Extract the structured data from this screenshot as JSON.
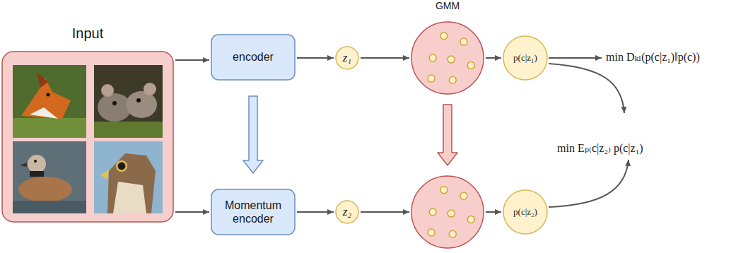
{
  "diagram": {
    "nodes": [
      {
        "text": [
          "Input"
        ]
      },
      {
        "text": [
          "encoder"
        ]
      },
      {
        "text": [
          "z₁"
        ]
      },
      {
        "text": [
          "GMM"
        ]
      },
      {
        "text": [
          "p(c|z₁)"
        ]
      },
      {
        "text": [
          "Momentum encoder"
        ]
      },
      {
        "text": [
          "z₂"
        ]
      },
      {
        "text": []
      },
      {
        "text": [
          "p(c|z₂)"
        ]
      }
    ],
    "edges": [
      {
        "from": 0,
        "to": 1,
        "arrow": "to"
      },
      {
        "from": 1,
        "to": 2,
        "arrow": "to"
      },
      {
        "from": 2,
        "to": 3,
        "arrow": "to"
      },
      {
        "from": 3,
        "to": 4,
        "arrow": "to"
      },
      {
        "from": 1,
        "to": 5,
        "arrow": "to"
      },
      {
        "from": 3,
        "to": 7,
        "arrow": "to"
      },
      {
        "from": 0,
        "to": 5,
        "arrow": "to"
      },
      {
        "from": 5,
        "to": 6,
        "arrow": "to"
      },
      {
        "from": 6,
        "to": 7,
        "arrow": "to"
      },
      {
        "from": 7,
        "to": 8,
        "arrow": "to"
      }
    ],
    "labels": [
      "min Dₖₗ(p(c|z₁)‖p(c))",
      "min Eₚ₍c|z₂₎ p(c|z₁)"
    ]
  }
}
